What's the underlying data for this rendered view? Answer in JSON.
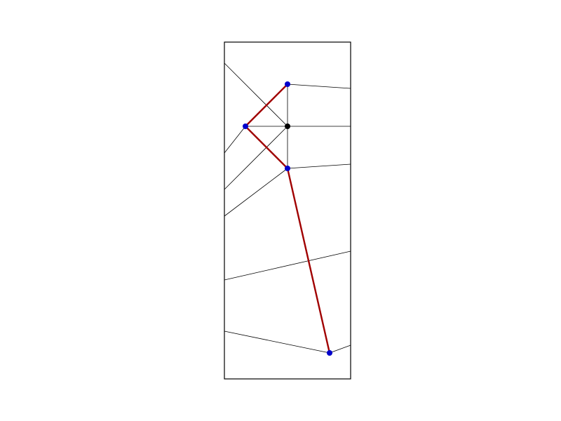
{
  "diagram": {
    "colors": {
      "background": "#ffffff",
      "frame": "#000000",
      "thin_line": "#000000",
      "path": "#a00000",
      "node_blue": "#0000cc",
      "node_black": "#000000"
    },
    "path_nodes": [
      "n1",
      "n2",
      "n3",
      "n4"
    ],
    "node_kinds": {
      "n1": "blue",
      "n2": "blue",
      "c": "black",
      "n3": "blue",
      "n4": "blue"
    }
  }
}
